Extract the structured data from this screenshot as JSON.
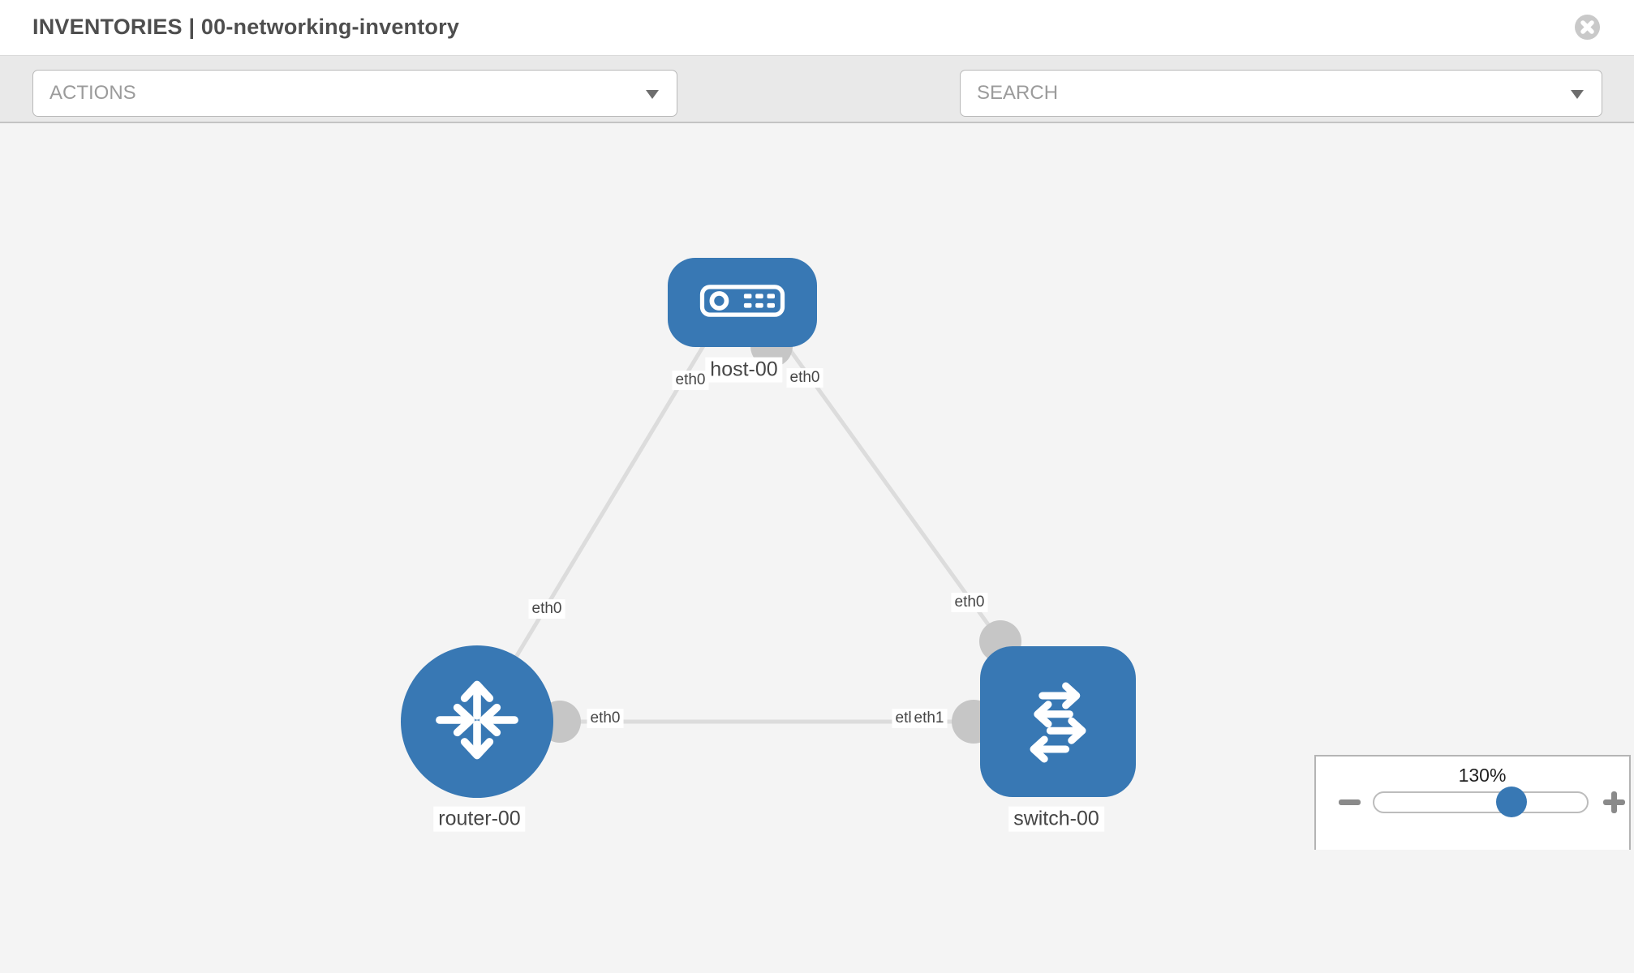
{
  "header": {
    "title": "INVENTORIES | 00-networking-inventory"
  },
  "toolbar": {
    "actions_label": "ACTIONS",
    "search_label": "SEARCH"
  },
  "graph": {
    "nodes": [
      {
        "id": "host-00",
        "type": "host",
        "label": "host-00"
      },
      {
        "id": "router-00",
        "type": "router",
        "label": "router-00"
      },
      {
        "id": "switch-00",
        "type": "switch",
        "label": "switch-00"
      }
    ],
    "links": [
      {
        "source": "router-00",
        "source_interface": "eth0",
        "target": "host-00",
        "target_interface": "eth0"
      },
      {
        "source": "host-00",
        "source_interface": "eth0",
        "target": "switch-00",
        "target_interface": "eth0"
      },
      {
        "source": "router-00",
        "source_interface": "eth0",
        "target": "switch-00",
        "target_interface": "eth1"
      }
    ],
    "labels": {
      "host": "host-00",
      "router": "router-00",
      "switch": "switch-00",
      "host_if_left": "eth0",
      "host_if_right": "eth0",
      "edge_router_host": "eth0",
      "edge_host_switch": "eth0",
      "router_if_right": "eth0",
      "switch_if_hidden": "eth0",
      "switch_if_top": "eth1"
    }
  },
  "zoom_control": {
    "level": "130%"
  },
  "colors": {
    "node_blue": "#3878b4",
    "edge_gray": "#dcdcdc",
    "port_gray": "#c6c6c6",
    "canvas_bg": "#f4f4f4",
    "toolbar_bg": "#e9e9e9",
    "header_bg": "#ffffff"
  }
}
